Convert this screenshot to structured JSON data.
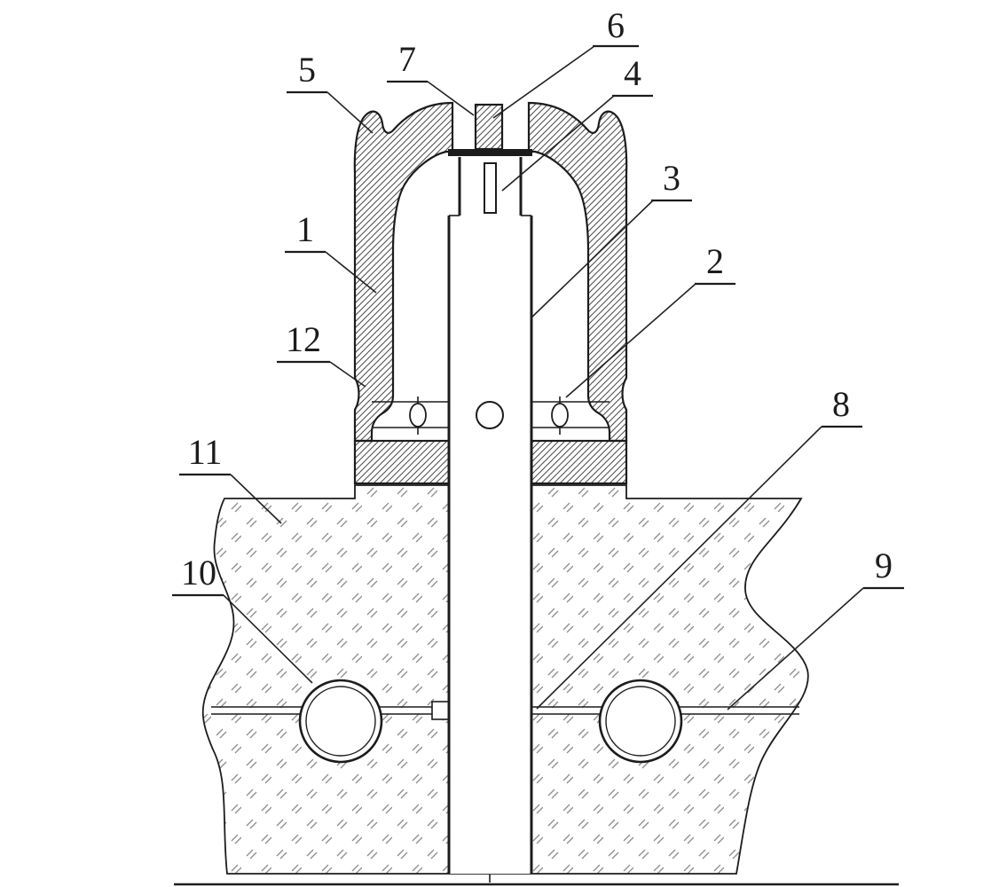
{
  "figure": {
    "labels": [
      {
        "id": "6",
        "text": "6"
      },
      {
        "id": "7",
        "text": "7"
      },
      {
        "id": "4",
        "text": "4"
      },
      {
        "id": "5",
        "text": "5"
      },
      {
        "id": "3",
        "text": "3"
      },
      {
        "id": "2",
        "text": "2"
      },
      {
        "id": "1",
        "text": "1"
      },
      {
        "id": "12",
        "text": "12"
      },
      {
        "id": "11",
        "text": "11"
      },
      {
        "id": "10",
        "text": "10"
      },
      {
        "id": "8",
        "text": "8"
      },
      {
        "id": "9",
        "text": "9"
      }
    ]
  },
  "colors": {
    "background": "#ffffff",
    "ink": "#1c1c1c",
    "hatch": "#4a4a4a",
    "ground-mark": "#8f8f8f",
    "leader": "#222222"
  }
}
